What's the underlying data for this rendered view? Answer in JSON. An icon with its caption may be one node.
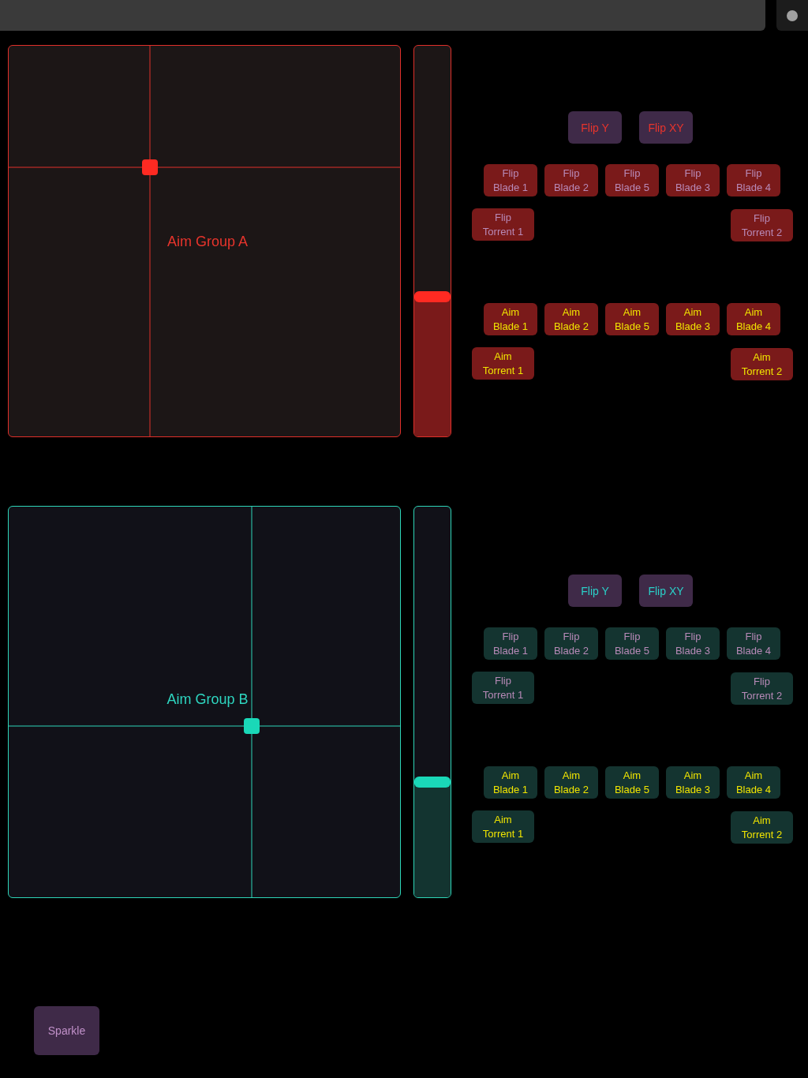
{
  "diagram": {
    "nodes": [
      {
        "text": [
          "Aim Group A"
        ]
      },
      {
        "text": [],
        "shape": "bar"
      },
      {
        "text": [
          "Flip Y"
        ]
      },
      {
        "text": [
          "Flip XY"
        ]
      },
      {
        "text": [
          "Flip Blade 1"
        ]
      },
      {
        "text": [
          "Flip Blade 2"
        ]
      },
      {
        "text": [
          "Flip Blade 5"
        ]
      },
      {
        "text": [
          "Flip Blade 3"
        ]
      },
      {
        "text": [
          "Flip Blade 4"
        ]
      },
      {
        "text": [
          "Flip Torrent 1"
        ]
      },
      {
        "text": [
          "Flip Torrent 2"
        ]
      },
      {
        "text": [
          "Aim Blade 1"
        ]
      },
      {
        "text": [
          "Aim Blade 2"
        ]
      },
      {
        "text": [
          "Aim Blade 5"
        ]
      },
      {
        "text": [
          "Aim Blade 3"
        ]
      },
      {
        "text": [
          "Aim Blade 4"
        ]
      },
      {
        "text": [
          "Aim Torrent 1"
        ]
      },
      {
        "text": [
          "Aim Torrent 2"
        ]
      },
      {
        "text": [
          "Aim Group B"
        ]
      },
      {
        "text": [],
        "shape": "bar"
      },
      {
        "text": [
          "Flip Y"
        ]
      },
      {
        "text": [
          "Flip XY"
        ]
      },
      {
        "text": [
          "Flip Blade 1"
        ]
      },
      {
        "text": [
          "Flip Blade 2"
        ]
      },
      {
        "text": [
          "Flip Blade 5"
        ]
      },
      {
        "text": [
          "Flip Blade 3"
        ]
      },
      {
        "text": [
          "Flip Blade 4"
        ]
      },
      {
        "text": [
          "Flip Torrent 1"
        ]
      },
      {
        "text": [
          "Flip Torrent 2"
        ]
      },
      {
        "text": [
          "Aim Blade 1"
        ]
      },
      {
        "text": [
          "Aim Blade 2"
        ]
      },
      {
        "text": [
          "Aim Blade 5"
        ]
      },
      {
        "text": [
          "Aim Blade 3"
        ]
      },
      {
        "text": [
          "Aim Blade 4"
        ]
      },
      {
        "text": [
          "Aim Torrent 1"
        ]
      },
      {
        "text": [
          "Aim Torrent 2"
        ]
      },
      {
        "text": [
          "Sparkle"
        ]
      },
      {
        "text": [],
        "shape": "bar"
      },
      {
        "text": [],
        "shape": "box"
      }
    ]
  }
}
